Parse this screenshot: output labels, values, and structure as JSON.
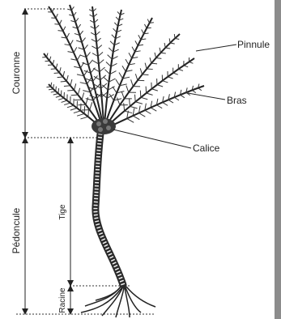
{
  "labels": {
    "couronne": "Couronne",
    "pedoncule": "Pédoncule",
    "tige": "Tige",
    "racine": "Racine",
    "pinnule": "Pinnule",
    "bras": "Bras",
    "calice": "Calice"
  },
  "colors": {
    "ink": "#222222",
    "edge_shadow": "#8c8c8c"
  }
}
